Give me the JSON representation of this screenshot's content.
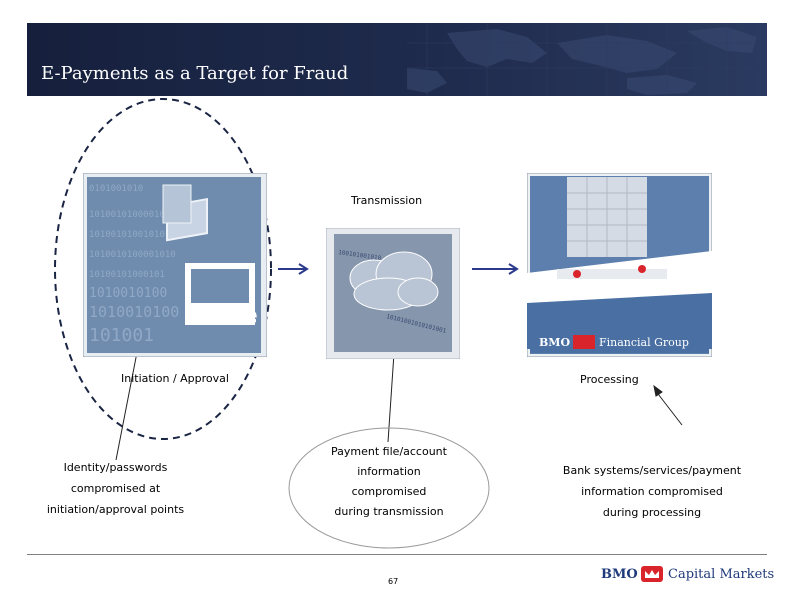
{
  "header": {
    "title": "E-Payments as a Target for Fraud",
    "background_color": "#1a2544"
  },
  "stages": {
    "initiation": {
      "label": "Initiation / Approval",
      "image_caption": "Wire"
    },
    "transmission": {
      "label": "Transmission"
    },
    "processing": {
      "label": "Processing",
      "image_caption": "BMO Financial Group"
    }
  },
  "descriptions": {
    "identity": [
      "Identity/passwords",
      "compromised at",
      "initiation/approval points"
    ],
    "payment_file": [
      "Payment file/account",
      "information",
      "compromised",
      "during transmission"
    ],
    "bank_systems": [
      "Bank systems/services/payment",
      "information compromised",
      "during processing"
    ]
  },
  "footer": {
    "page_number": "67",
    "logo_bmo": "BMO",
    "logo_text": "Capital Markets"
  },
  "colors": {
    "arrow": "#2b3a8c",
    "circle": "#1a2544",
    "brand_red": "#d9242b",
    "brand_blue": "#1f3a7a"
  }
}
